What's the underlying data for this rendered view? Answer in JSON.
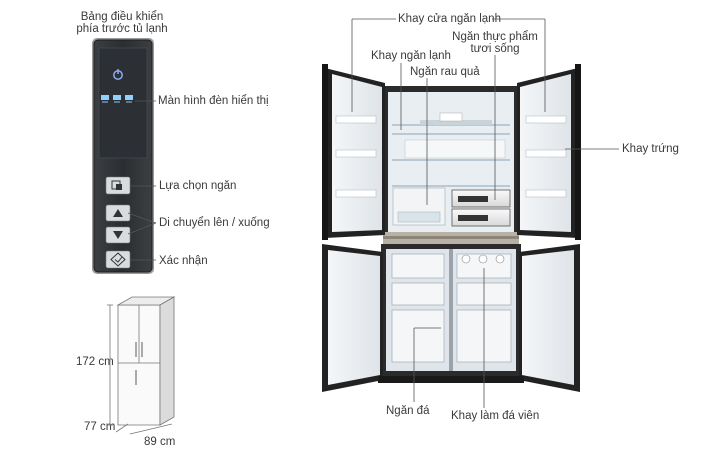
{
  "panel": {
    "title_line1": "Bảng điều khiển",
    "title_line2": "phía trước tủ lạnh",
    "labels": {
      "display": "Màn hình đèn hiển thị",
      "select": "Lựa chọn ngăn",
      "move": "Di chuyển lên / xuống",
      "confirm": "Xác nhận"
    }
  },
  "dimensions": {
    "height": "172 cm",
    "depth": "77 cm",
    "width": "89 cm"
  },
  "fridge": {
    "labels": {
      "door_tray": "Khay cửa ngăn lạnh",
      "fresh_food_line1": "Ngăn thực phẩm",
      "fresh_food_line2": "tươi sống",
      "fridge_tray": "Khay ngăn lạnh",
      "vegetable": "Ngăn rau quả",
      "egg_tray": "Khay trứng",
      "ice_compartment": "Ngăn đá",
      "ice_maker_tray": "Khay làm đá viên"
    }
  },
  "colors": {
    "panel_dark": "#2f3336",
    "fridge_body": "#2b2b2b",
    "interior": "#e9eef2",
    "leader_line": "#555555"
  }
}
